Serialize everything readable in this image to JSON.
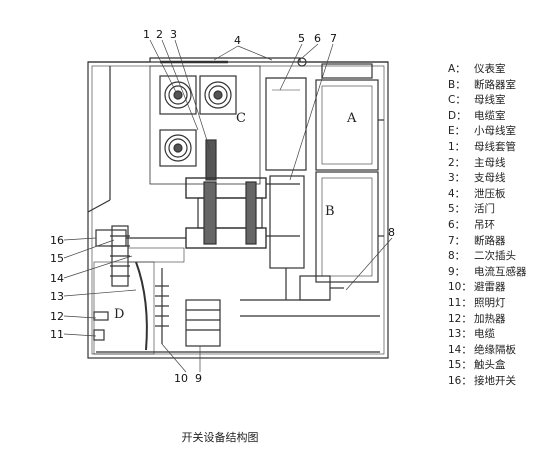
{
  "diagram": {
    "caption": "开关设备结构图",
    "zone_labels": [
      "A",
      "B",
      "C",
      "D"
    ],
    "callout_numbers": {
      "n1": "1",
      "n2": "2",
      "n3": "3",
      "n4": "4",
      "n5": "5",
      "n6": "6",
      "n7": "7",
      "n8": "8",
      "n9": "9",
      "n10": "10",
      "n11": "11",
      "n12": "12",
      "n13": "13",
      "n14": "14",
      "n15": "15",
      "n16": "16"
    }
  },
  "legend": [
    {
      "code": "A：",
      "text": "仪表室"
    },
    {
      "code": "B：",
      "text": "断路器室"
    },
    {
      "code": "C：",
      "text": "母线室"
    },
    {
      "code": "D：",
      "text": "电缆室"
    },
    {
      "code": "E：",
      "text": "小母线室"
    },
    {
      "code": "1：",
      "text": "母线套管"
    },
    {
      "code": "2：",
      "text": "主母线"
    },
    {
      "code": "3：",
      "text": "支母线"
    },
    {
      "code": "4：",
      "text": "泄压板"
    },
    {
      "code": "5：",
      "text": "活门"
    },
    {
      "code": "6：",
      "text": "吊环"
    },
    {
      "code": "7：",
      "text": "断路器"
    },
    {
      "code": "8：",
      "text": "二次插头"
    },
    {
      "code": "9：",
      "text": "电流互感器"
    },
    {
      "code": "10：",
      "text": "避雷器"
    },
    {
      "code": "11：",
      "text": "照明灯"
    },
    {
      "code": "12：",
      "text": "加热器"
    },
    {
      "code": "13：",
      "text": "电缆"
    },
    {
      "code": "14：",
      "text": "绝缘隔板"
    },
    {
      "code": "15：",
      "text": "触头盒"
    },
    {
      "code": "16：",
      "text": "接地开关"
    }
  ]
}
